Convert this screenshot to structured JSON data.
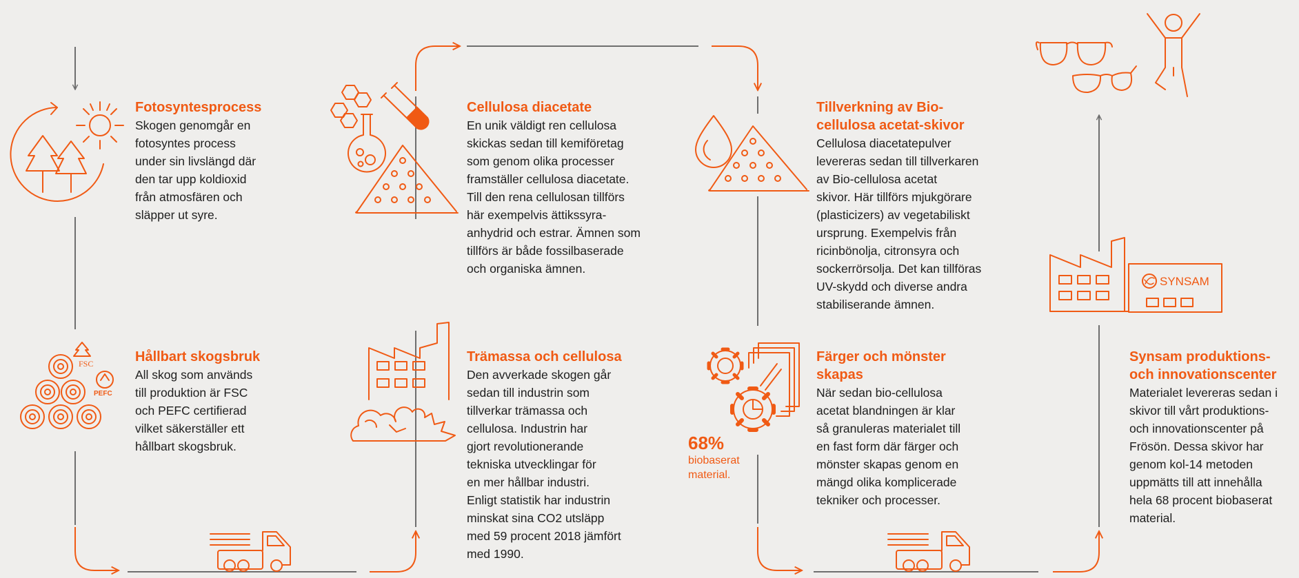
{
  "steps": [
    {
      "title": "Fotosyntesprocess",
      "body": "Skogen genomgår en\nfotosyntes process\nunder sin livslängd där\nden tar upp koldioxid\nfrån atmosfären och\nsläpper ut syre."
    },
    {
      "title": "Hållbart skogsbruk",
      "body": "All skog som används\ntill produktion är FSC\noch PEFC certifierad\nvilket säkerställer ett\nhållbart skogsbruk."
    },
    {
      "title": "Cellulosa diacetate",
      "body": "En unik väldigt ren cellulosa\nskickas sedan till kemiföretag\nsom genom olika processer\nframställer cellulosa diacetate.\nTill den rena cellulosan tillförs\nhär exempelvis ättikssyra-\nanhydrid och estrar. Ämnen som\ntillförs är både fossilbaserade\noch organiska ämnen."
    },
    {
      "title": "Trämassa och cellulosa",
      "body": "Den avverkade skogen går\nsedan till industrin som\ntillverkar trämassa och\ncellulosa. Industrin har\ngjort revolutionerande\ntekniska utvecklingar för\nen mer hållbar industri.\nEnligt statistik har industrin\nminskat sina CO2 utsläpp\nmed 59 procent 2018 jämfört\nmed 1990."
    },
    {
      "title": "Tillverkning av Bio-\ncellulosa acetat-skivor",
      "body": "Cellulosa diacetatepulver\nlevereras sedan till tillverkaren\nav Bio-cellulosa acetat\nskivor. Här tillförs mjukgörare\n(plasticizers) av vegetabiliskt\nursprung. Exempelvis från\nricinbönolja, citronsyra och\nsockerrörsolja. Det kan tillföras\nUV-skydd och diverse andra\nstabiliserande ämnen."
    },
    {
      "title": "Färger och mönster\nskapas",
      "body": "När sedan bio-cellulosa\nacetat blandningen är klar\nså granuleras materialet till\nen fast form där färger och\nmönster skapas genom en\nmängd olika komplicerade\ntekniker och processer."
    },
    {
      "title": "Synsam produktions-\noch innovationscenter",
      "body": "Materialet levereras sedan i\nskivor till vårt produktions-\noch innovationscenter på\nFrösön. Dessa skivor har\ngenom kol-14 metoden\nuppmätts till att innehålla\nhela 68 procent biobaserat\nmaterial."
    }
  ],
  "stat": {
    "value": "68%",
    "label": "biobaserat\nmaterial."
  },
  "icon_labels": {
    "fsc": "FSC",
    "pefc": "PEFC",
    "brand": "SYNSAM"
  },
  "icons": [
    "sun-icon",
    "trees-icon",
    "logs-icon",
    "fsc-logo",
    "pefc-logo",
    "truck-icon",
    "flask-icon",
    "test-tube-icon",
    "molecule-icon",
    "powder-pile-icon",
    "factory-icon",
    "smoke-cloud-icon",
    "droplet-icon",
    "gears-icon",
    "sheets-icon",
    "glasses-icon",
    "jumping-person-icon",
    "synsam-factory-icon"
  ],
  "colors": {
    "accent": "#f05a14",
    "line": "#6e6e6e",
    "background": "#efeeec",
    "text": "#1e1e1e"
  }
}
